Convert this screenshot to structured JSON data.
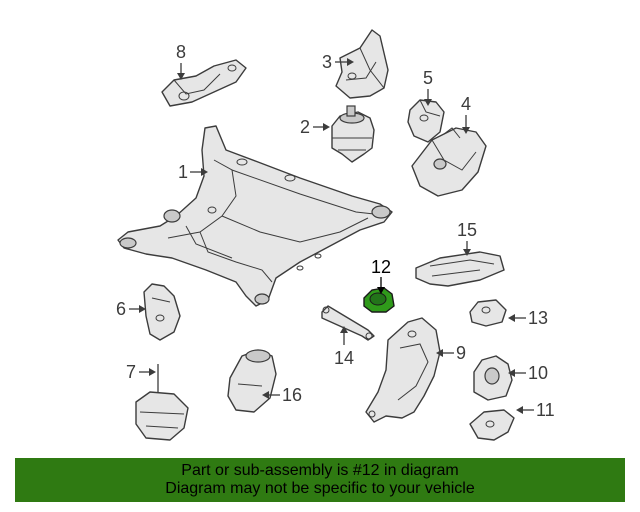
{
  "diagram": {
    "highlight_color": "#2f9a1a",
    "callouts": {
      "c1": "1",
      "c2": "2",
      "c3": "3",
      "c4": "4",
      "c5": "5",
      "c6": "6",
      "c7": "7",
      "c8": "8",
      "c9": "9",
      "c10": "10",
      "c11": "11",
      "c12": "12",
      "c13": "13",
      "c14": "14",
      "c15": "15",
      "c16": "16"
    }
  },
  "banner": {
    "line1": "Part or sub-assembly is #12 in diagram",
    "line2": "Diagram may not be specific to your vehicle",
    "background": "#2f7a12"
  }
}
